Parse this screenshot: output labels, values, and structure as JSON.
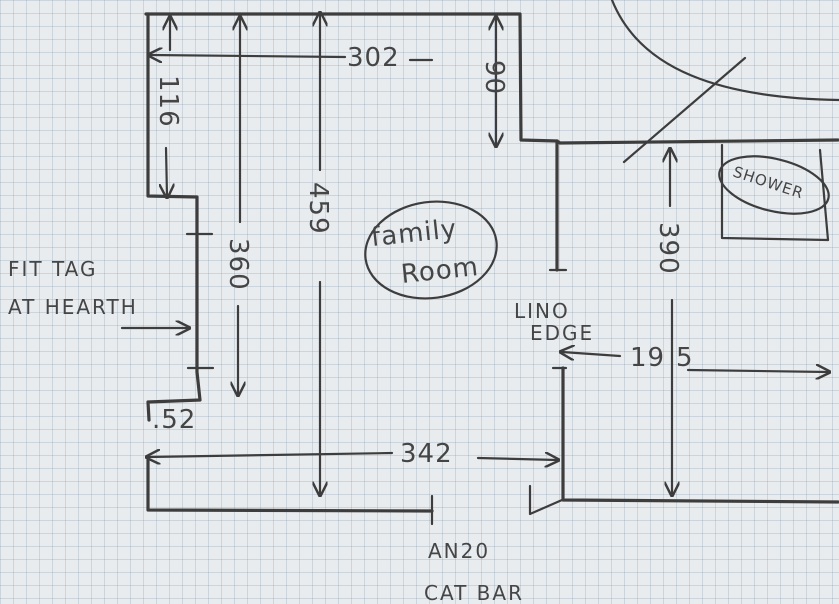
{
  "labels": {
    "dim_top": "302",
    "dim_top_right_rot": "90",
    "dim_left_rot": "116",
    "dim_chimney_rot": "360",
    "dim_height_rot": "459",
    "room_name_line1": "family",
    "room_name_line2": "Room",
    "fit_tag_line1": "FIT TAG",
    "fit_tag_line2": "AT HEARTH",
    "dim_small": ".52",
    "dim_bottom": "342",
    "lino_edge_line1": "LINO",
    "lino_edge_line2": "EDGE",
    "dim_right_a": "19",
    "dim_right_b": "5",
    "dim_right_height_rot": "390",
    "shower": "SHOWER",
    "note_line1": "AN20",
    "note_line2": "CAT BAR"
  }
}
